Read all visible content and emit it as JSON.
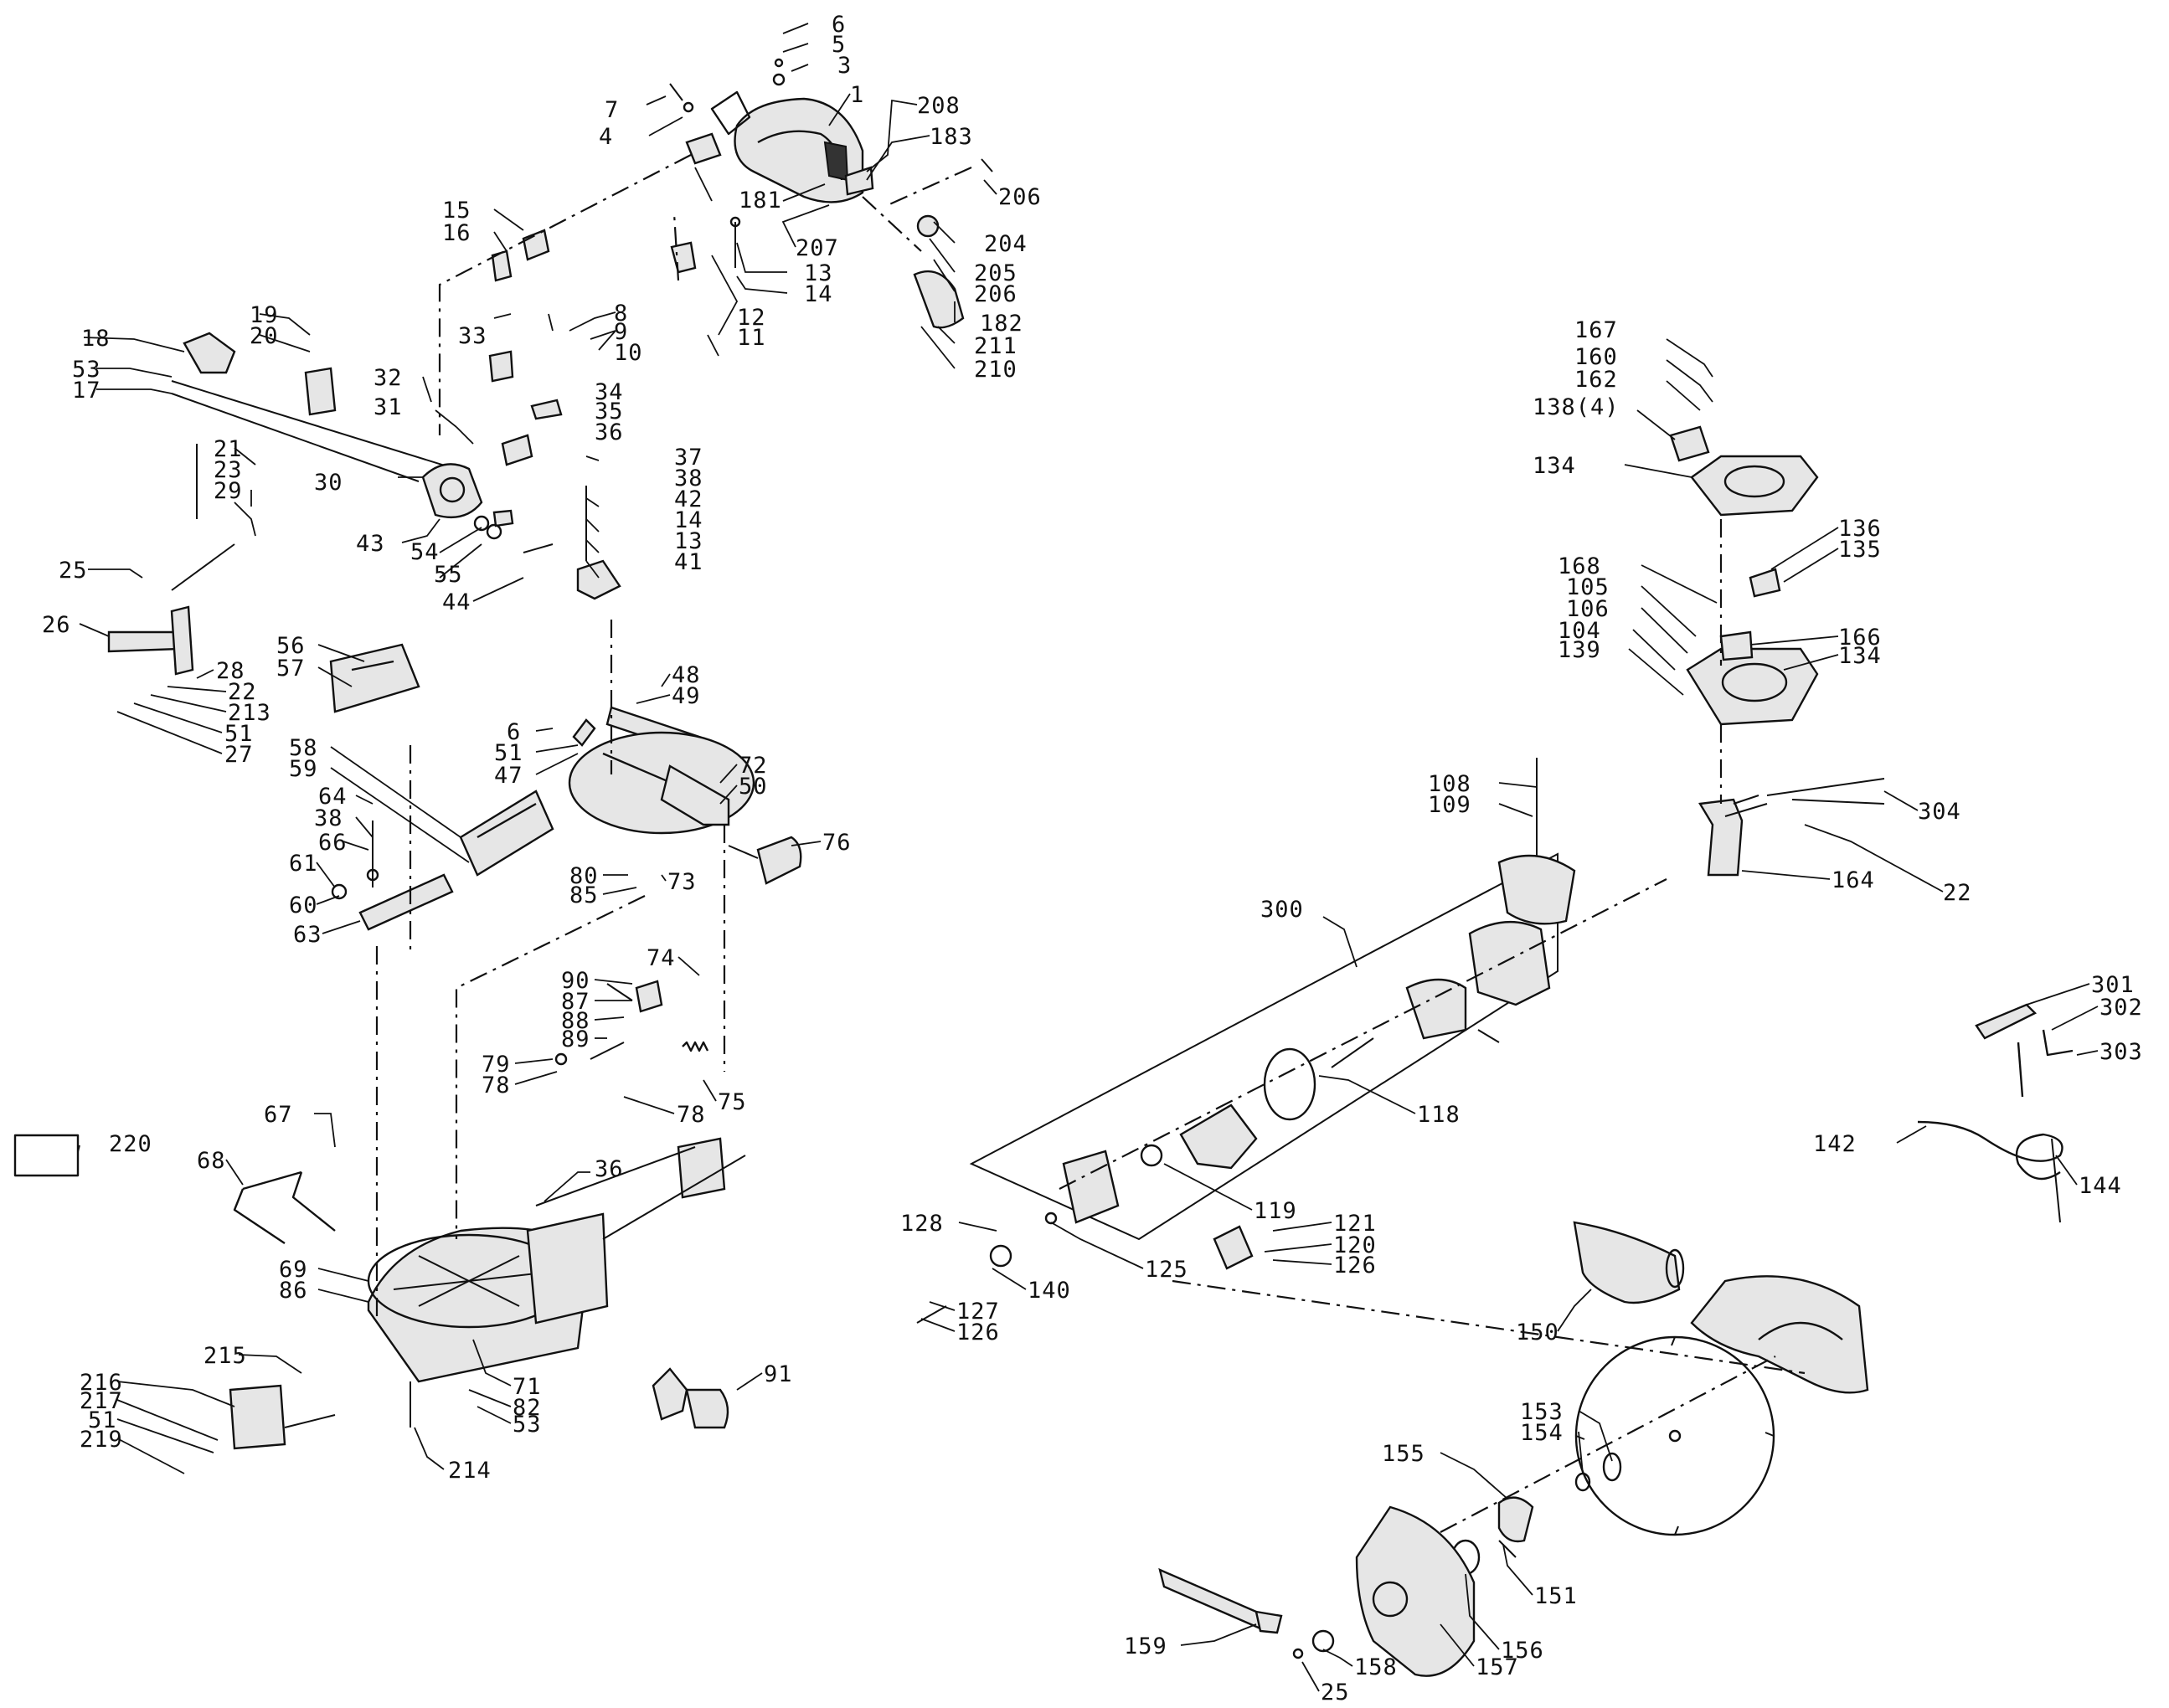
{
  "callouts": [
    {
      "id": "c6a",
      "text": "6"
    },
    {
      "id": "c5a",
      "text": "5"
    },
    {
      "id": "c3",
      "text": "3"
    },
    {
      "id": "c1",
      "text": "1"
    },
    {
      "id": "c7",
      "text": "7"
    },
    {
      "id": "c4",
      "text": "4"
    },
    {
      "id": "c208",
      "text": "208"
    },
    {
      "id": "c183",
      "text": "183"
    },
    {
      "id": "c206a",
      "text": "206"
    },
    {
      "id": "c181",
      "text": "181"
    },
    {
      "id": "c207",
      "text": "207"
    },
    {
      "id": "c204",
      "text": "204"
    },
    {
      "id": "c205",
      "text": "205"
    },
    {
      "id": "c206b",
      "text": "206"
    },
    {
      "id": "c182",
      "text": "182"
    },
    {
      "id": "c211",
      "text": "211"
    },
    {
      "id": "c210",
      "text": "210"
    },
    {
      "id": "c15",
      "text": "15"
    },
    {
      "id": "c16",
      "text": "16"
    },
    {
      "id": "c13a",
      "text": "13"
    },
    {
      "id": "c14a",
      "text": "14"
    },
    {
      "id": "c12",
      "text": "12"
    },
    {
      "id": "c11",
      "text": "11"
    },
    {
      "id": "c19",
      "text": "19"
    },
    {
      "id": "c20",
      "text": "20"
    },
    {
      "id": "c18",
      "text": "18"
    },
    {
      "id": "c53a",
      "text": "53"
    },
    {
      "id": "c17",
      "text": "17"
    },
    {
      "id": "c33",
      "text": "33"
    },
    {
      "id": "c8",
      "text": "8"
    },
    {
      "id": "c9",
      "text": "9"
    },
    {
      "id": "c10",
      "text": "10"
    },
    {
      "id": "c32",
      "text": "32"
    },
    {
      "id": "c31",
      "text": "31"
    },
    {
      "id": "c34",
      "text": "34"
    },
    {
      "id": "c35",
      "text": "35"
    },
    {
      "id": "c36a",
      "text": "36"
    },
    {
      "id": "c21",
      "text": "21"
    },
    {
      "id": "c23",
      "text": "23"
    },
    {
      "id": "c29",
      "text": "29"
    },
    {
      "id": "c30",
      "text": "30"
    },
    {
      "id": "c37",
      "text": "37"
    },
    {
      "id": "c38a",
      "text": "38"
    },
    {
      "id": "c42",
      "text": "42"
    },
    {
      "id": "c14b",
      "text": "14"
    },
    {
      "id": "c13b",
      "text": "13"
    },
    {
      "id": "c41",
      "text": "41"
    },
    {
      "id": "c43",
      "text": "43"
    },
    {
      "id": "c54",
      "text": "54"
    },
    {
      "id": "c55",
      "text": "55"
    },
    {
      "id": "c44",
      "text": "44"
    },
    {
      "id": "c25a",
      "text": "25"
    },
    {
      "id": "c26",
      "text": "26"
    },
    {
      "id": "c28",
      "text": "28"
    },
    {
      "id": "c22a",
      "text": "22"
    },
    {
      "id": "c213",
      "text": "213"
    },
    {
      "id": "c51a",
      "text": "51"
    },
    {
      "id": "c27",
      "text": "27"
    },
    {
      "id": "c56",
      "text": "56"
    },
    {
      "id": "c57",
      "text": "57"
    },
    {
      "id": "c48",
      "text": "48"
    },
    {
      "id": "c49",
      "text": "49"
    },
    {
      "id": "c6b",
      "text": "6"
    },
    {
      "id": "c51b",
      "text": "51"
    },
    {
      "id": "c47",
      "text": "47"
    },
    {
      "id": "c58",
      "text": "58"
    },
    {
      "id": "c59",
      "text": "59"
    },
    {
      "id": "c72",
      "text": "72"
    },
    {
      "id": "c50",
      "text": "50"
    },
    {
      "id": "c64",
      "text": "64"
    },
    {
      "id": "c38b",
      "text": "38"
    },
    {
      "id": "c66",
      "text": "66"
    },
    {
      "id": "c61",
      "text": "61"
    },
    {
      "id": "c60",
      "text": "60"
    },
    {
      "id": "c63",
      "text": "63"
    },
    {
      "id": "c76",
      "text": "76"
    },
    {
      "id": "c80",
      "text": "80"
    },
    {
      "id": "c85",
      "text": "85"
    },
    {
      "id": "c73",
      "text": "73"
    },
    {
      "id": "c74",
      "text": "74"
    },
    {
      "id": "c90",
      "text": "90"
    },
    {
      "id": "c87",
      "text": "87"
    },
    {
      "id": "c88",
      "text": "88"
    },
    {
      "id": "c89",
      "text": "89"
    },
    {
      "id": "c79",
      "text": "79"
    },
    {
      "id": "c78a",
      "text": "78"
    },
    {
      "id": "c75",
      "text": "75"
    },
    {
      "id": "c78b",
      "text": "78"
    },
    {
      "id": "c67",
      "text": "67"
    },
    {
      "id": "c220",
      "text": "220"
    },
    {
      "id": "c36b",
      "text": "36"
    },
    {
      "id": "c68",
      "text": "68"
    },
    {
      "id": "c69",
      "text": "69"
    },
    {
      "id": "c86",
      "text": "86"
    },
    {
      "id": "c215",
      "text": "215"
    },
    {
      "id": "c71",
      "text": "71"
    },
    {
      "id": "c82",
      "text": "82"
    },
    {
      "id": "c53b",
      "text": "53"
    },
    {
      "id": "c91",
      "text": "91"
    },
    {
      "id": "c216",
      "text": "216"
    },
    {
      "id": "c217",
      "text": "217"
    },
    {
      "id": "c51c",
      "text": "51"
    },
    {
      "id": "c219",
      "text": "219"
    },
    {
      "id": "c214",
      "text": "214"
    },
    {
      "id": "c167",
      "text": "167"
    },
    {
      "id": "c160",
      "text": "160"
    },
    {
      "id": "c162",
      "text": "162"
    },
    {
      "id": "c138",
      "text": "138(4)"
    },
    {
      "id": "c134a",
      "text": "134"
    },
    {
      "id": "c136",
      "text": "136"
    },
    {
      "id": "c135",
      "text": "135"
    },
    {
      "id": "c168",
      "text": "168"
    },
    {
      "id": "c105",
      "text": "105"
    },
    {
      "id": "c106",
      "text": "106"
    },
    {
      "id": "c104",
      "text": "104"
    },
    {
      "id": "c139",
      "text": "139"
    },
    {
      "id": "c166",
      "text": "166"
    },
    {
      "id": "c134b",
      "text": "134"
    },
    {
      "id": "c108",
      "text": "108"
    },
    {
      "id": "c109",
      "text": "109"
    },
    {
      "id": "c304",
      "text": "304"
    },
    {
      "id": "c164",
      "text": "164"
    },
    {
      "id": "c22b",
      "text": "22"
    },
    {
      "id": "c300",
      "text": "300"
    },
    {
      "id": "c301",
      "text": "301"
    },
    {
      "id": "c302",
      "text": "302"
    },
    {
      "id": "c303",
      "text": "303"
    },
    {
      "id": "c118",
      "text": "118"
    },
    {
      "id": "c142",
      "text": "142"
    },
    {
      "id": "c144",
      "text": "144"
    },
    {
      "id": "c119",
      "text": "119"
    },
    {
      "id": "c128",
      "text": "128"
    },
    {
      "id": "c121",
      "text": "121"
    },
    {
      "id": "c120",
      "text": "120"
    },
    {
      "id": "c126a",
      "text": "126"
    },
    {
      "id": "c125",
      "text": "125"
    },
    {
      "id": "c140",
      "text": "140"
    },
    {
      "id": "c127",
      "text": "127"
    },
    {
      "id": "c126b",
      "text": "126"
    },
    {
      "id": "c150",
      "text": "150"
    },
    {
      "id": "c153",
      "text": "153"
    },
    {
      "id": "c154",
      "text": "154"
    },
    {
      "id": "c155",
      "text": "155"
    },
    {
      "id": "c151",
      "text": "151"
    },
    {
      "id": "c156",
      "text": "156"
    },
    {
      "id": "c157",
      "text": "157"
    },
    {
      "id": "c159",
      "text": "159"
    },
    {
      "id": "c158",
      "text": "158"
    },
    {
      "id": "c25b",
      "text": "25"
    }
  ]
}
